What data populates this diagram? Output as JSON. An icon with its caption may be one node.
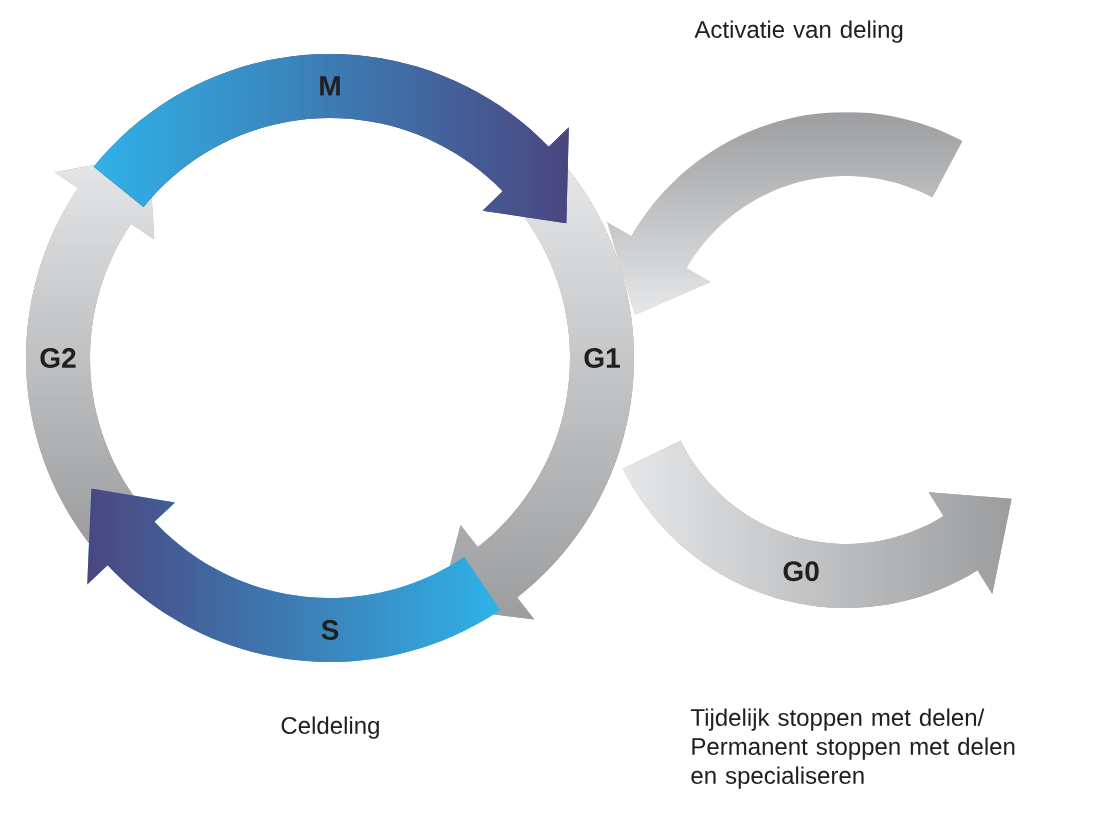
{
  "diagram": {
    "nodes": [
      {
        "text": [
          "M"
        ]
      },
      {
        "text": [
          "G2"
        ]
      },
      {
        "text": [
          "G1"
        ]
      },
      {
        "text": [
          "S"
        ]
      },
      {
        "text": [
          "G0"
        ]
      },
      {
        "text": [],
        "shape": "arrow"
      }
    ],
    "labels": [
      "Activatie van deling",
      "Celdeling",
      "Tijdelijk stoppen met delen/ Permanent stoppen met delen en specialiseren"
    ]
  }
}
